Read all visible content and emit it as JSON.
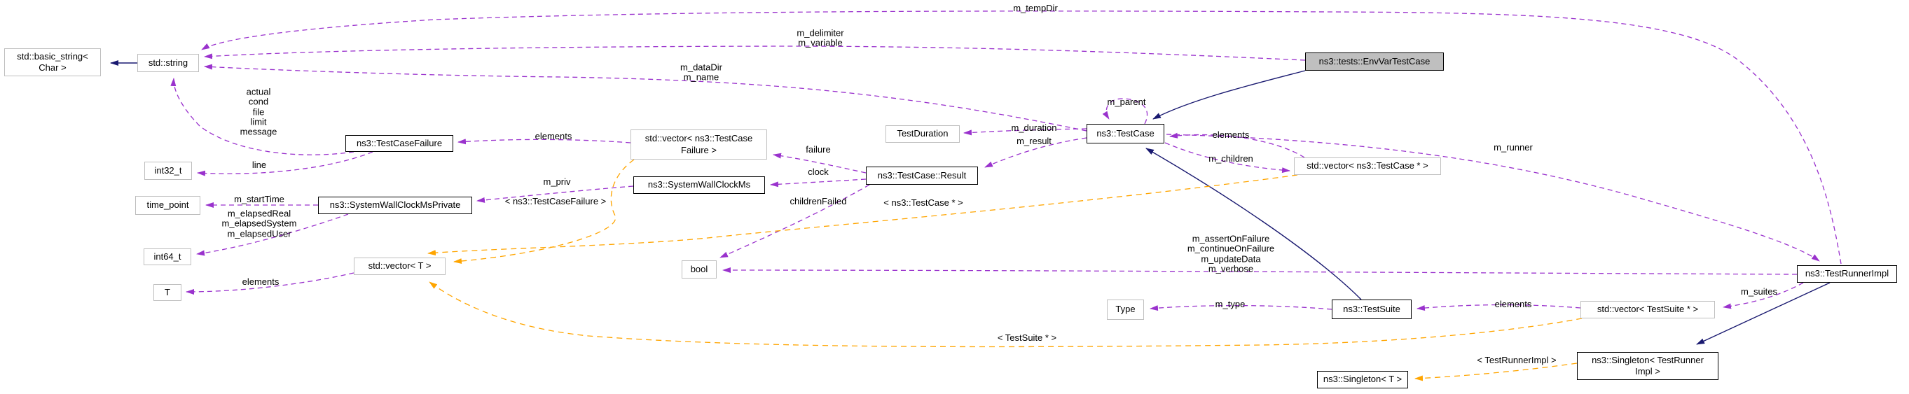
{
  "diagram": {
    "kind": "doxygen-collaboration-graph",
    "highlighted_node": "ns3::tests::EnvVarTestCase"
  },
  "colors": {
    "member_edge": "#9a32cd",
    "template_edge": "#ffa500",
    "inheritance_edge": "#191970",
    "node_border": "#bfbfbf",
    "path_node_border": "#000000",
    "highlight_fill": "#bfbfbf",
    "background": "#ffffff"
  },
  "nodes": {
    "basic_string": {
      "label": "std::basic_string<\nChar >"
    },
    "string": {
      "label": "std::string"
    },
    "tcf": {
      "label": "ns3::TestCaseFailure"
    },
    "int32": {
      "label": "int32_t"
    },
    "time_point": {
      "label": "time_point"
    },
    "swcmp": {
      "label": "ns3::SystemWallClockMsPrivate"
    },
    "int64": {
      "label": "int64_t"
    },
    "t": {
      "label": "T"
    },
    "vec_t": {
      "label": "std::vector< T >"
    },
    "vec_tcf": {
      "label": "std::vector< ns3::TestCase\nFailure >"
    },
    "swcm": {
      "label": "ns3::SystemWallClockMs"
    },
    "test_duration": {
      "label": "TestDuration"
    },
    "result": {
      "label": "ns3::TestCase::Result"
    },
    "bool": {
      "label": "bool"
    },
    "test_case": {
      "label": "ns3::TestCase"
    },
    "vec_tc": {
      "label": "std::vector< ns3::TestCase * >"
    },
    "envvar": {
      "label": "ns3::tests::EnvVarTestCase"
    },
    "type": {
      "label": "Type"
    },
    "test_suite": {
      "label": "ns3::TestSuite"
    },
    "vec_ts": {
      "label": "std::vector< TestSuite * >"
    },
    "tri": {
      "label": "ns3::TestRunnerImpl"
    },
    "singleton_tri": {
      "label": "ns3::Singleton< TestRunner\nImpl >"
    },
    "singleton_t": {
      "label": "ns3::Singleton< T >"
    }
  },
  "edge_labels": {
    "m_tempDir": {
      "text": "m_tempDir"
    },
    "m_delimiter": {
      "text": "m_delimiter\nm_variable"
    },
    "m_dataDir": {
      "text": "m_dataDir\nm_name"
    },
    "tcf_strings": {
      "text": "actual\ncond\nfile\nlimit\nmessage"
    },
    "line": {
      "text": "line"
    },
    "m_startTime": {
      "text": "m_startTime"
    },
    "m_elapsed": {
      "text": "m_elapsedReal\nm_elapsedSystem\nm_elapsedUser"
    },
    "elements_t": {
      "text": "elements"
    },
    "elements_tcf": {
      "text": "elements"
    },
    "m_priv": {
      "text": "m_priv"
    },
    "tmpl_tcf": {
      "text": "< ns3::TestCaseFailure >"
    },
    "failure": {
      "text": "failure"
    },
    "clock": {
      "text": "clock"
    },
    "childrenFailed": {
      "text": "childrenFailed"
    },
    "tmpl_tc": {
      "text": "< ns3::TestCase * >"
    },
    "m_duration": {
      "text": "m_duration"
    },
    "m_result": {
      "text": "m_result"
    },
    "m_parent": {
      "text": "m_parent"
    },
    "elements_tc": {
      "text": "elements"
    },
    "m_children": {
      "text": "m_children"
    },
    "tri_bools": {
      "text": "m_assertOnFailure\nm_continueOnFailure\nm_updateData\nm_verbose"
    },
    "m_type": {
      "text": "m_type"
    },
    "tmpl_ts": {
      "text": "< TestSuite * >"
    },
    "m_runner": {
      "text": "m_runner"
    },
    "elements_ts": {
      "text": "elements"
    },
    "m_suites": {
      "text": "m_suites"
    },
    "tmpl_tri": {
      "text": "< TestRunnerImpl >"
    }
  }
}
